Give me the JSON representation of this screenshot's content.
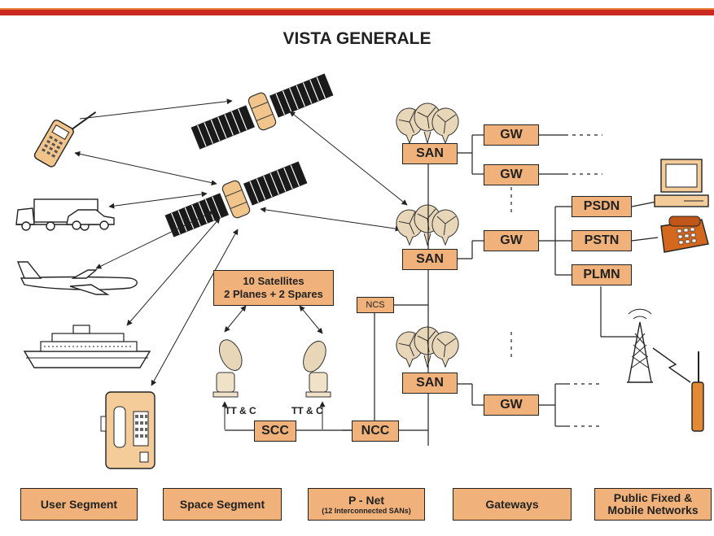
{
  "title": "VISTA GENERALE",
  "nodes": {
    "san_1": "SAN",
    "san_2": "SAN",
    "san_3": "SAN",
    "gw_1": "GW",
    "gw_2": "GW",
    "gw_3": "GW",
    "gw_4": "GW",
    "psdn": "PSDN",
    "pstn": "PSTN",
    "plmn": "PLMN",
    "ncs": "NCS",
    "ncc": "NCC",
    "scc": "SCC"
  },
  "constellation": {
    "line1": "10 Satellites",
    "line2": "2 Planes + 2 Spares"
  },
  "ttc_left": "TT & C",
  "ttc_right": "TT & C",
  "segments": {
    "user": "User Segment",
    "space": "Space Segment",
    "pnet": "P - Net",
    "pnet_sub": "(12 Interconnected SANs)",
    "gateways": "Gateways",
    "public_line1": "Public Fixed &",
    "public_line2": "Mobile Networks"
  },
  "icons": [
    "mobile-phone-icon",
    "truck-icon",
    "car-icon",
    "airplane-icon",
    "ship-icon",
    "payphone-icon",
    "satellite-icon",
    "ground-antenna-icon",
    "computer-icon",
    "telephone-icon",
    "radio-tower-icon",
    "handset-icon"
  ],
  "colors": {
    "box_fill": "#f0b27a",
    "top_bar": "#c8281e",
    "line": "#222222"
  }
}
